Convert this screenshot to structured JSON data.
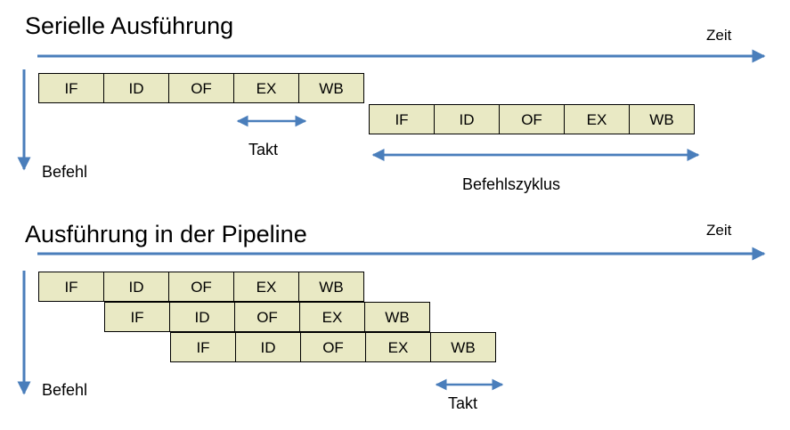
{
  "page": {
    "background": "#ffffff",
    "box_fill": "#E9E9C4",
    "box_border": "#000000",
    "arrow_color": "#4A7EBB"
  },
  "serial": {
    "title": "Serielle Ausführung",
    "time_axis_label": "Zeit",
    "instruction_axis_label": "Befehl",
    "clock_label": "Takt",
    "cycle_label": "Befehlszyklus",
    "rows": [
      {
        "stages": [
          "IF",
          "ID",
          "OF",
          "EX",
          "WB"
        ]
      },
      {
        "stages": [
          "IF",
          "ID",
          "OF",
          "EX",
          "WB"
        ]
      }
    ]
  },
  "pipeline": {
    "title": "Ausführung in der Pipeline",
    "time_axis_label": "Zeit",
    "instruction_axis_label": "Befehl",
    "clock_label": "Takt",
    "rows": [
      {
        "stages": [
          "IF",
          "ID",
          "OF",
          "EX",
          "WB"
        ]
      },
      {
        "stages": [
          "IF",
          "ID",
          "OF",
          "EX",
          "WB"
        ]
      },
      {
        "stages": [
          "IF",
          "ID",
          "OF",
          "EX",
          "WB"
        ]
      }
    ]
  }
}
